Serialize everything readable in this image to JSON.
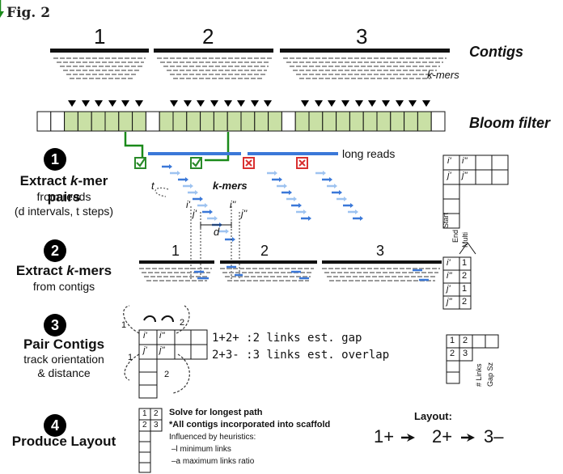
{
  "figure_label": "Fig. 2",
  "contigs": {
    "label": "Contigs",
    "kmers_label": "k-mers",
    "numbers": [
      "1",
      "2",
      "3"
    ]
  },
  "bloom_filter_label": "Bloom filter",
  "long_reads_label": "long reads",
  "step1": {
    "number": "1",
    "title_pre": "Extract ",
    "title_k": "k",
    "title_post": "-mer pairs",
    "sub1": "from reads",
    "sub2": "(d intervals, t steps)",
    "kmers_label": "k-mers",
    "t_label": "t",
    "i_label": "i'",
    "j_label": "j'",
    "i2_label": "i''",
    "j2_label": "j''",
    "d_label": "d",
    "table": {
      "i": "i'",
      "i2": "i''",
      "j": "j'",
      "j2": "j''"
    }
  },
  "step2": {
    "number": "2",
    "title_pre": "Extract ",
    "title_k": "k",
    "title_post": "-mers",
    "sub1": "from contigs",
    "contig_numbers": [
      "1",
      "2",
      "3"
    ],
    "headers": [
      "Start",
      "End",
      "Multi"
    ],
    "rows": [
      {
        "key": "i'",
        "val": "1"
      },
      {
        "key": "i''",
        "val": "2"
      },
      {
        "key": "j'",
        "val": "1"
      },
      {
        "key": "j''",
        "val": "2"
      }
    ]
  },
  "step3": {
    "number": "3",
    "title": "Pair Contigs",
    "sub1": "track orientation",
    "sub2": "& distance",
    "line1": "1+2+ :2 links est. gap",
    "line2": "2+3- :3 links est. overlap",
    "loop_labels": [
      "1",
      "2",
      "1",
      "2"
    ],
    "table": {
      "i": "i'",
      "i2": "i''",
      "j": "j'",
      "j2": "j''"
    },
    "side_table": [
      [
        "1",
        "2"
      ],
      [
        "2",
        "3"
      ]
    ],
    "side_headers": [
      "# Links",
      "Gap Sz"
    ]
  },
  "step4": {
    "number": "4",
    "title": "Produce Layout",
    "table": [
      [
        "1",
        "2"
      ],
      [
        "2",
        "3"
      ]
    ],
    "line1": "Solve for longest path",
    "line2": "*All contigs incorporated into scaffold",
    "line3": "Influenced by heuristics:",
    "line4": "–l  minimum links",
    "line5": "–a  maximum links ratio",
    "layout_label": "Layout:",
    "layout_items": [
      "1+",
      "2+",
      "3–"
    ]
  },
  "colors": {
    "bloom_fill": "#c9e0a5",
    "arrow_green": "#1a8a1a",
    "read_blue": "#3b78d8",
    "check_green": "#2a8a2a",
    "cross_red": "#d93030",
    "kmer_gray": "#9a9a9a"
  }
}
